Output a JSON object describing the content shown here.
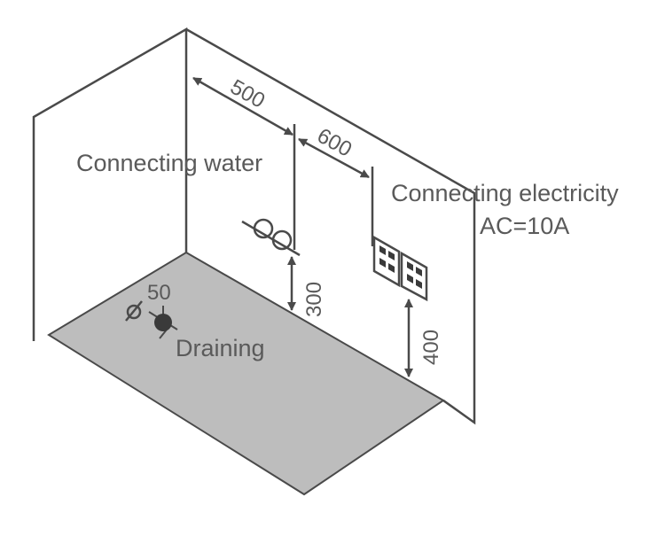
{
  "labels": {
    "water": "Connecting water",
    "electricity_line1": "Connecting electricity",
    "electricity_line2": "AC=10A",
    "draining": "Draining"
  },
  "dimensions": {
    "wall_to_water": "500",
    "water_to_socket": "600",
    "water_height": "300",
    "socket_height": "400",
    "drain_diameter": "50"
  },
  "colors": {
    "floor": "#bdbdbd",
    "line": "#4a4a4a",
    "text": "#5a5a5a",
    "socket_fill": "#ffffff",
    "drain_dot": "#3a3a3a"
  }
}
